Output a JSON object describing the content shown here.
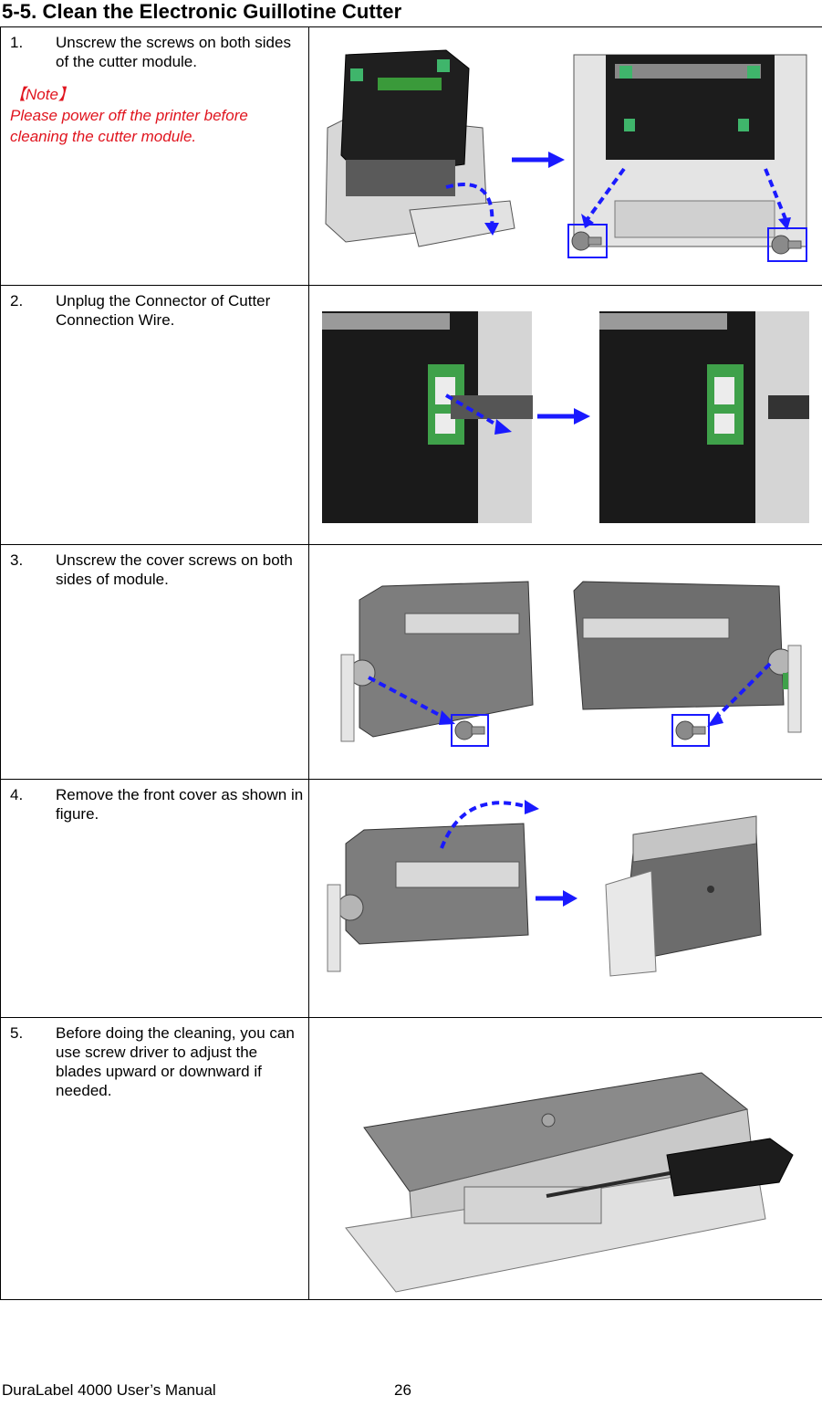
{
  "title": "5-5. Clean the Electronic Guillotine Cutter",
  "steps": [
    {
      "num": "1.",
      "text": "Unscrew the screws on both sides of the cutter module.",
      "note_head": "【Note】",
      "note_text": "Please power off the printer before cleaning the cutter module."
    },
    {
      "num": "2.",
      "text": "Unplug the Connector of Cutter Connection Wire."
    },
    {
      "num": "3.",
      "text": "Unscrew the cover screws on both sides of module."
    },
    {
      "num": "4.",
      "text": "Remove the front cover as shown in figure."
    },
    {
      "num": "5.",
      "text": "Before doing the cleaning, you can use screw driver to adjust the blades upward or downward if needed."
    }
  ],
  "footer": {
    "manual": "DuraLabel 4000 User’s Manual",
    "page": "26"
  },
  "colors": {
    "arrow": "#1a1aff",
    "note": "#e0141e"
  }
}
